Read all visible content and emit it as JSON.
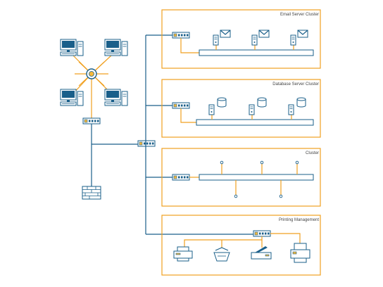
{
  "clusters": {
    "email": {
      "title": "Email Server Cluster"
    },
    "database": {
      "title": "Database Server Cluster"
    },
    "cluster": {
      "title": "Cluster"
    },
    "printing": {
      "title": "Printing Management"
    }
  },
  "colors": {
    "line_blue": "#1a5f8a",
    "line_orange": "#f0a020",
    "accent_yellow": "#f6b93b",
    "background": "#ffffff"
  },
  "icons": [
    "computer-icon",
    "hub-icon",
    "switch-icon",
    "firewall-icon",
    "server-icon",
    "mail-icon",
    "database-icon",
    "printer-icon",
    "scanner-icon",
    "fax-icon",
    "copier-icon"
  ]
}
